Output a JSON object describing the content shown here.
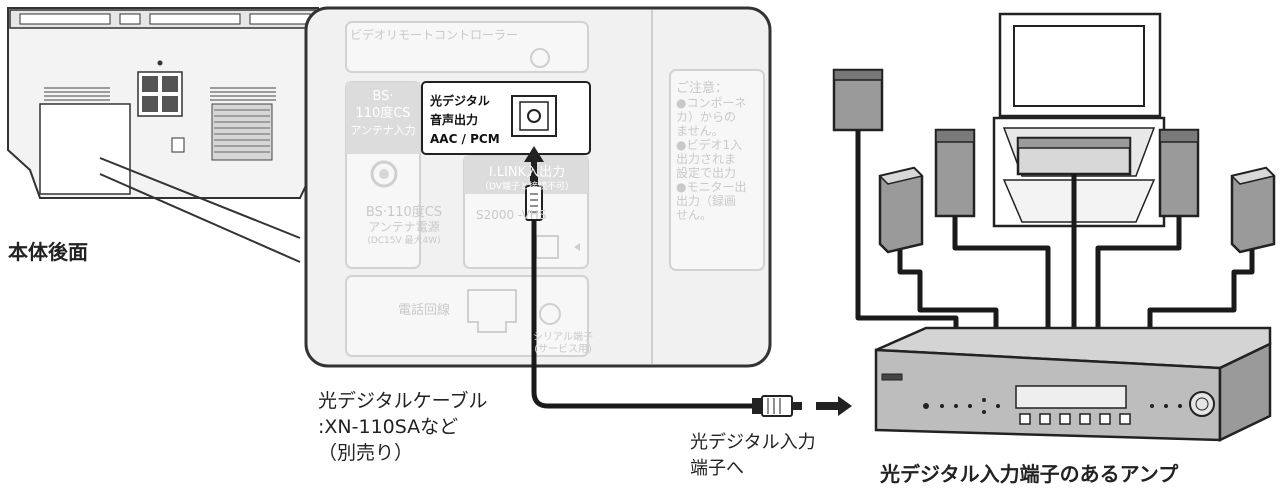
{
  "labels": {
    "rear_view": "本体後面",
    "cable_line1": "光デジタルケーブル",
    "cable_line2": ":XN-110SAなど",
    "cable_line3": "（別売り）",
    "input_line1": "光デジタル入力",
    "input_line2": "端子へ",
    "amp_caption": "光デジタル入力端子のあるアンプ"
  },
  "panel": {
    "remote_controller": "ビデオリモートコントローラー",
    "bs_line1": "BS·",
    "bs_line2": "110度CS",
    "bs_line3": "アンテナ入力",
    "optical_line1": "光デジタル",
    "optical_line2": "音声出力",
    "optical_line3": "AAC / PCM",
    "iline_line1": "I.LINK入出力",
    "iline_line2": "（DV端子と接続不可）",
    "s_vhs": "S2000 -VHS",
    "antenna_power_line1": "BS·110度CS",
    "antenna_power_line2": "アンテナ電源",
    "antenna_power_line3": "(DC15V 最大4W)",
    "phone_line": "電話回線",
    "serial_line1": "シリアル端子",
    "serial_line2": "(サービス用)",
    "notice_title": "ご注意：",
    "notice_lines": [
      "●コンポーネ",
      "カ）からの",
      "ません。",
      "●ビデオ1入",
      "出力されま",
      "設定で出力",
      "●モニター出",
      "出力（録画",
      "せん。"
    ]
  }
}
